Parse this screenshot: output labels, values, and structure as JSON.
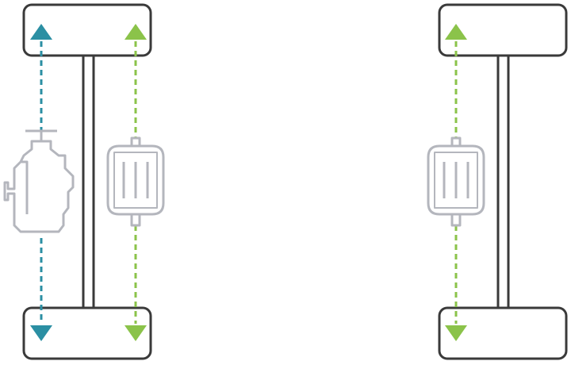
{
  "colors": {
    "frame": "#3a3a3a",
    "component": "#b4b6bd",
    "engine_flow": "#2b8fa3",
    "motor_flow": "#8bc34a",
    "background": "#ffffff"
  },
  "left_drivetrain": {
    "front_axle": {
      "icon": "axle-block"
    },
    "rear_axle": {
      "icon": "axle-block"
    },
    "shaft": {
      "icon": "drive-shaft"
    },
    "engine": {
      "icon": "combustion-engine-icon",
      "flow_direction": "both-axles"
    },
    "motor": {
      "icon": "electric-motor-icon",
      "flow_direction": "both-axles"
    }
  },
  "right_drivetrain": {
    "front_axle": {
      "icon": "axle-block"
    },
    "rear_axle": {
      "icon": "axle-block"
    },
    "shaft": {
      "icon": "drive-shaft"
    },
    "motor": {
      "icon": "electric-motor-icon",
      "flow_direction": "both-axles"
    }
  }
}
